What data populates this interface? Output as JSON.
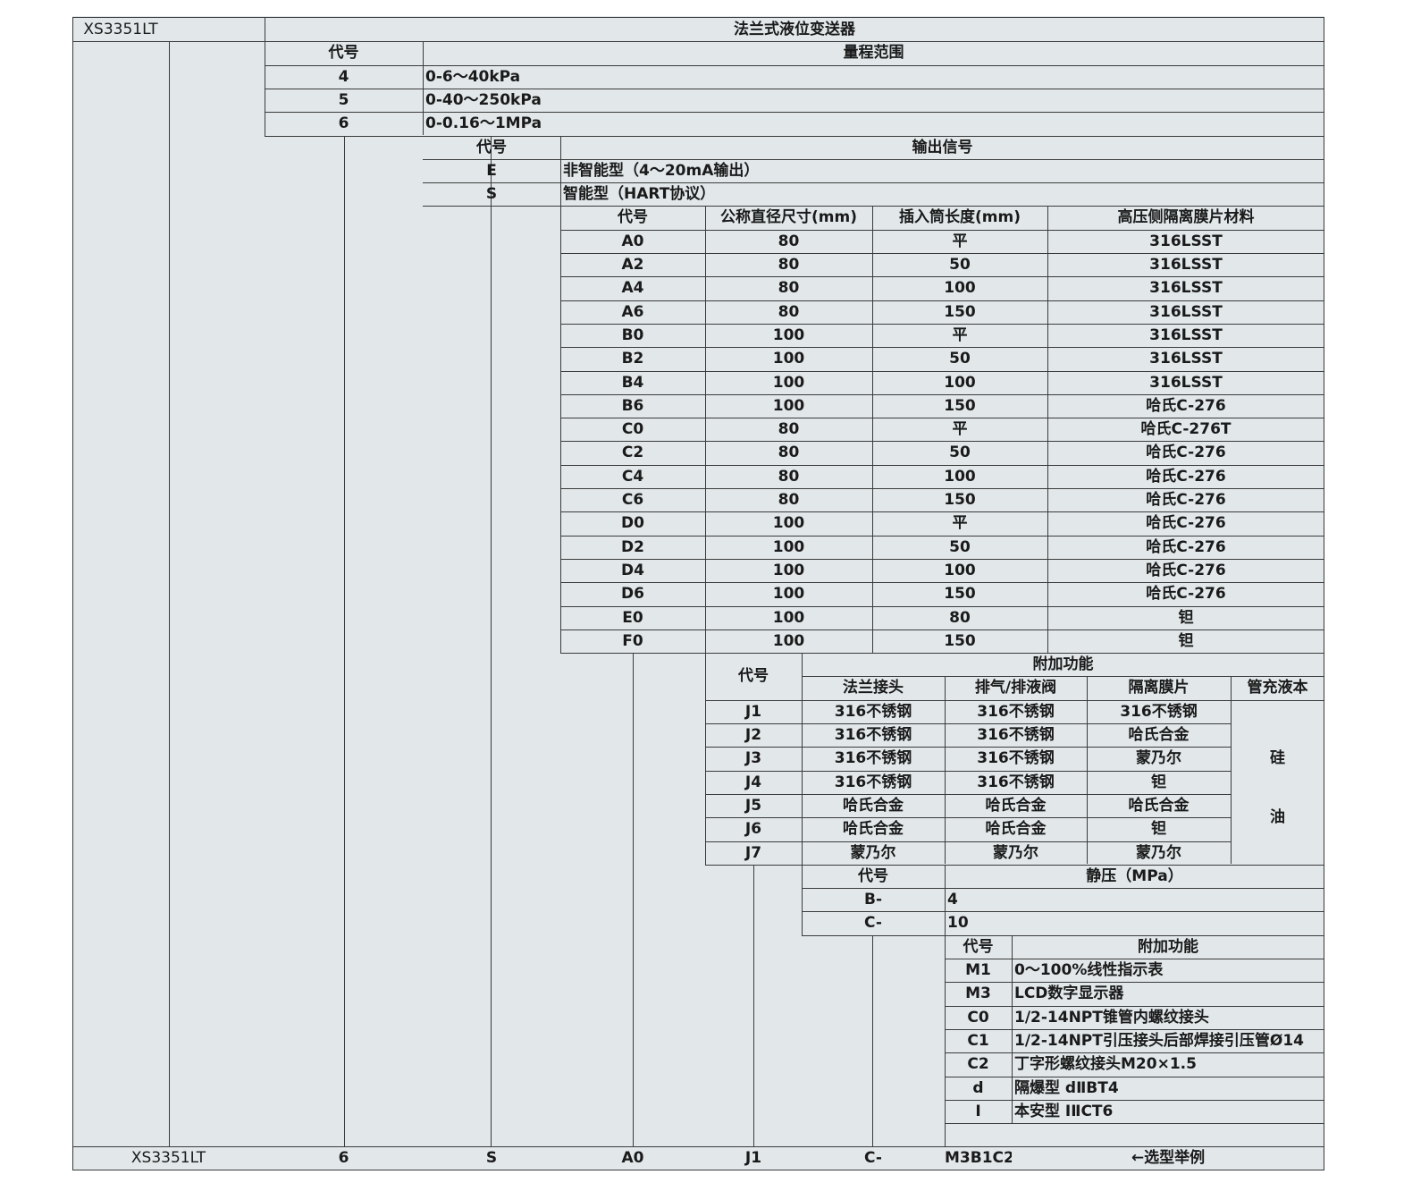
{
  "header": {
    "model": "XS3351LT",
    "title": "法兰式液位变送器"
  },
  "range": {
    "code_label": "代号",
    "title": "量程范围",
    "rows": [
      {
        "code": "4",
        "value": "0-6～40kPa"
      },
      {
        "code": "5",
        "value": "0-40～250kPa"
      },
      {
        "code": "6",
        "value": "0-0.16～1MPa"
      }
    ]
  },
  "output": {
    "code_label": "代号",
    "title": "输出信号",
    "rows": [
      {
        "code": "E",
        "value": "非智能型（4～20mA输出）"
      },
      {
        "code": "S",
        "value": "智能型（HART协议）"
      }
    ]
  },
  "flange": {
    "headers": [
      "代号",
      "公称直径尺寸(mm)",
      "插入筒长度(mm)",
      "高压侧隔离膜片材料"
    ],
    "rows": [
      [
        "A0",
        "80",
        "平",
        "316LSST"
      ],
      [
        "A2",
        "80",
        "50",
        "316LSST"
      ],
      [
        "A4",
        "80",
        "100",
        "316LSST"
      ],
      [
        "A6",
        "80",
        "150",
        "316LSST"
      ],
      [
        "B0",
        "100",
        "平",
        "316LSST"
      ],
      [
        "B2",
        "100",
        "50",
        "316LSST"
      ],
      [
        "B4",
        "100",
        "100",
        "316LSST"
      ],
      [
        "B6",
        "100",
        "150",
        "哈氏C-276"
      ],
      [
        "C0",
        "80",
        "平",
        "哈氏C-276T"
      ],
      [
        "C2",
        "80",
        "50",
        "哈氏C-276"
      ],
      [
        "C4",
        "80",
        "100",
        "哈氏C-276"
      ],
      [
        "C6",
        "80",
        "150",
        "哈氏C-276"
      ],
      [
        "D0",
        "100",
        "平",
        "哈氏C-276"
      ],
      [
        "D2",
        "100",
        "50",
        "哈氏C-276"
      ],
      [
        "D4",
        "100",
        "100",
        "哈氏C-276"
      ],
      [
        "D6",
        "100",
        "150",
        "哈氏C-276"
      ],
      [
        "E0",
        "100",
        "80",
        "钽"
      ],
      [
        "F0",
        "100",
        "150",
        "钽"
      ]
    ]
  },
  "material": {
    "code_label": "代号",
    "title": "附加功能",
    "headers": [
      "法兰接头",
      "排气/排液阀",
      "隔离膜片",
      "管充液本"
    ],
    "fill": [
      "硅",
      "油"
    ],
    "rows": [
      [
        "J1",
        "316不锈钢",
        "316不锈钢",
        "316不锈钢"
      ],
      [
        "J2",
        "316不锈钢",
        "316不锈钢",
        "哈氏合金"
      ],
      [
        "J3",
        "316不锈钢",
        "316不锈钢",
        "蒙乃尔"
      ],
      [
        "J4",
        "316不锈钢",
        "316不锈钢",
        "钽"
      ],
      [
        "J5",
        "哈氏合金",
        "哈氏合金",
        "哈氏合金"
      ],
      [
        "J6",
        "哈氏合金",
        "哈氏合金",
        "钽"
      ],
      [
        "J7",
        "蒙乃尔",
        "蒙乃尔",
        "蒙乃尔"
      ]
    ]
  },
  "static_pressure": {
    "code_label": "代号",
    "title": "静压（MPa）",
    "rows": [
      {
        "code": "B-",
        "value": "4"
      },
      {
        "code": "C-",
        "value": "10"
      }
    ]
  },
  "options": {
    "code_label": "代号",
    "title": "附加功能",
    "rows": [
      {
        "code": "M1",
        "value": "0～100%线性指示表"
      },
      {
        "code": "M3",
        "value": "LCD数字显示器"
      },
      {
        "code": "C0",
        "value": "1/2-14NPT锥管内螺纹接头"
      },
      {
        "code": "C1",
        "value": "1/2-14NPT引压接头后部焊接引压管Ø14"
      },
      {
        "code": "C2",
        "value": "丁字形螺纹接头M20×1.5"
      },
      {
        "code": "d",
        "value": "隔爆型 dⅡBT4"
      },
      {
        "code": "I",
        "value": "本安型 ⅠⅡCT6"
      }
    ]
  },
  "example": {
    "cells": [
      "XS3351LT",
      "6",
      "S",
      "A0",
      "J1",
      "C-",
      "M3B1C2"
    ],
    "label": "←选型举例"
  }
}
